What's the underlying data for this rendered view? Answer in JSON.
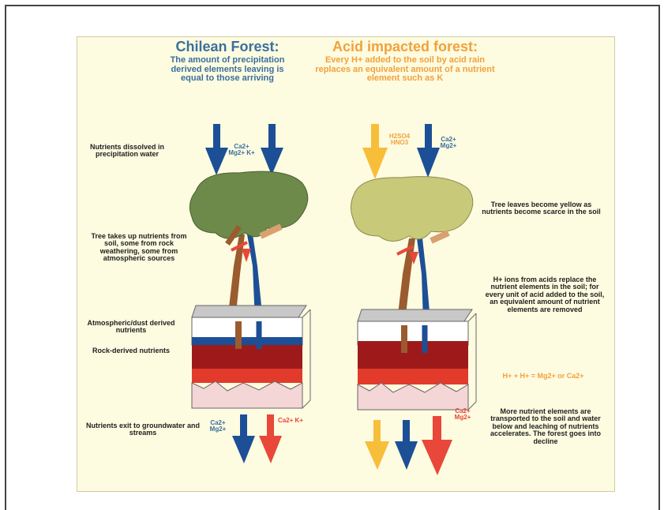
{
  "left": {
    "title": "Chilean Forest:",
    "subtitle": "The amount of precipitation derived elements leaving is equal to those arriving",
    "label_precip": "Nutrients dissolved in precipitation water",
    "label_tree": "Tree takes up nutrients from soil, some from rock weathering, some from atmospheric sources",
    "label_atmo": "Atmospheric/dust derived nutrients",
    "label_rock": "Rock-derived nutrients",
    "label_out": "Nutrients exit to groundwater and streams",
    "ion_in": "Ca2+ Mg2+ K+",
    "ion_out_left": "Ca2+ Mg2+",
    "ion_out_right": "Ca2+ K+"
  },
  "right": {
    "title": "Acid impacted forest:",
    "subtitle": "Every H+ added to the soil by acid rain replaces an equivalent amount of a nutrient element such as K",
    "ion_acid": "H2SO4 HNO3",
    "ion_in": "Ca2+ Mg2+",
    "label_tree": "Tree leaves become yellow as nutrients become scarce in the soil",
    "label_h": "H+ ions from acids replace the nutrient elements in the soil; for every unit of acid added to the soil, an equivalent amount of nutrient elements are removed",
    "equation": "H+ + H+ = Mg2+ or Ca2+",
    "label_out": "More nutrient elements are transported to the soil and water below and leaching of nutrients accelerates. The forest goes into decline",
    "ion_out": "Ca2+ Mg2+"
  },
  "colors": {
    "panel_bg": "#fdfbe0",
    "blue_arrow": "#1c4f96",
    "yellow_arrow": "#f7be3a",
    "red_arrow": "#e8473a",
    "healthy_canopy": "#6d8a4a",
    "stressed_canopy": "#c9c97a",
    "trunk": "#9a5b2e",
    "soil_dark": "#9e1a1a",
    "soil_red": "#e23b2c",
    "soil_pink": "#f4d6d6",
    "box_grey": "#c8c8c8"
  }
}
